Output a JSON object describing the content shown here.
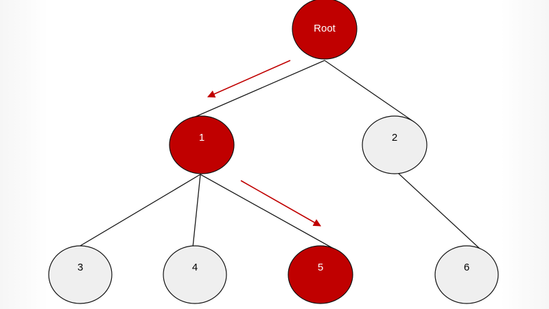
{
  "colors": {
    "highlight_fill": "#c00000",
    "normal_fill": "#efefef",
    "edge": "#1a1a1a",
    "arrow": "#c00000",
    "highlight_text": "#ffffff",
    "normal_text": "#000000"
  },
  "nodes": [
    {
      "id": "root",
      "label": "Root",
      "highlighted": true
    },
    {
      "id": "n1",
      "label": "1",
      "highlighted": true
    },
    {
      "id": "n2",
      "label": "2",
      "highlighted": false
    },
    {
      "id": "n3",
      "label": "3",
      "highlighted": false
    },
    {
      "id": "n4",
      "label": "4",
      "highlighted": false
    },
    {
      "id": "n5",
      "label": "5",
      "highlighted": true
    },
    {
      "id": "n6",
      "label": "6",
      "highlighted": false
    }
  ],
  "edges": [
    {
      "from": "root",
      "to": "n1"
    },
    {
      "from": "root",
      "to": "n2"
    },
    {
      "from": "n1",
      "to": "n3"
    },
    {
      "from": "n1",
      "to": "n4"
    },
    {
      "from": "n1",
      "to": "n5"
    },
    {
      "from": "n2",
      "to": "n6"
    }
  ],
  "arrows": [
    {
      "from": "root",
      "to": "n1"
    },
    {
      "from": "n1",
      "to": "n5"
    }
  ]
}
